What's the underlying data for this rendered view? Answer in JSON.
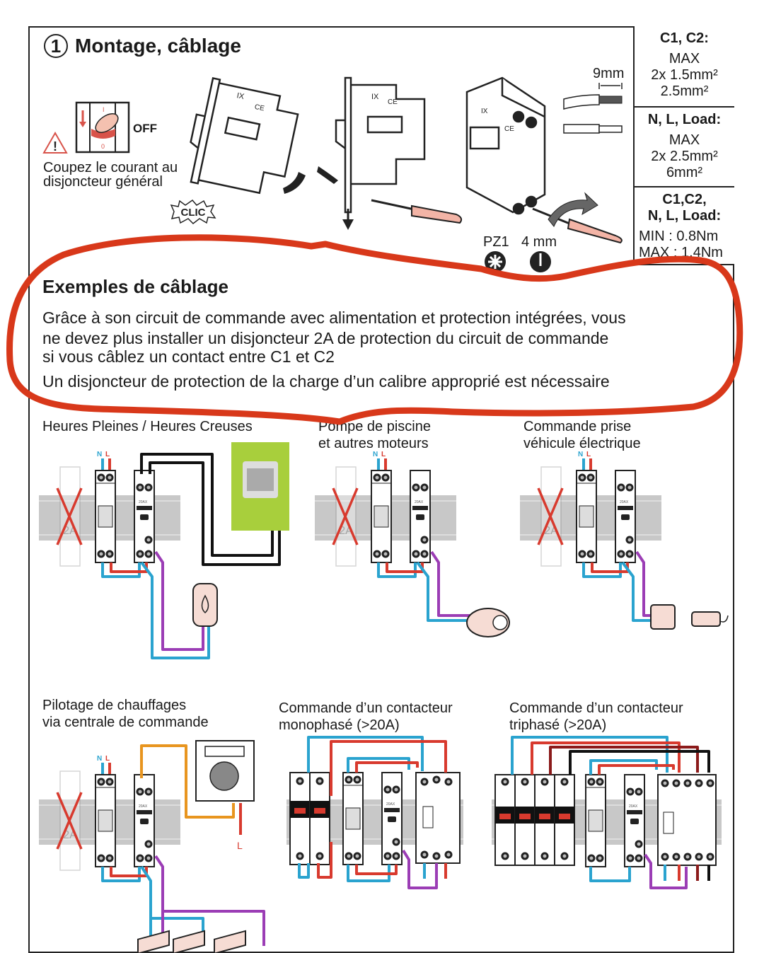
{
  "header": {
    "step_number": "1",
    "title": "Montage, câblage"
  },
  "safety": {
    "switch_state": "OFF",
    "switch_on_mark": "I",
    "switch_off_mark": "0",
    "instruction": [
      "Coupez le courant au",
      "disjoncteur général"
    ],
    "clic_label": "CLIC"
  },
  "stripping": {
    "length": "9mm"
  },
  "tools": {
    "pozidriv": "PZ1",
    "flat": "4 mm"
  },
  "spec_table": [
    {
      "head": "C1, C2:",
      "lines": [
        "MAX",
        "2x 1.5mm²",
        "2.5mm²"
      ]
    },
    {
      "head": "N, L, Load:",
      "lines": [
        "MAX",
        "2x 2.5mm²",
        "6mm²"
      ]
    },
    {
      "head": [
        "C1,C2,",
        "N, L, Load:"
      ],
      "lines": [
        "MIN : 0.8Nm",
        "MAX : 1.4Nm"
      ]
    }
  ],
  "examples": {
    "heading": "Exemples de câblage",
    "paragraph_1": [
      "Grâce à son circuit de commande avec alimentation et protection intégrées, vous",
      "ne devez plus installer un disjoncteur 2A de protection du circuit de commande",
      "si vous câblez un contact entre C1 et C2"
    ],
    "paragraph_2": "Un disjoncteur de protection de la charge d’un calibre approprié est nécessaire",
    "diagrams": [
      {
        "label": [
          "Heures Pleines / Heures Creuses"
        ],
        "load": "water-heater"
      },
      {
        "label": [
          "Pompe de piscine",
          "et autres moteurs"
        ],
        "load": "motor"
      },
      {
        "label": [
          "Commande prise",
          "véhicule électrique"
        ],
        "load": "ev-socket"
      },
      {
        "label": [
          "Pilotage de chauffages",
          "via centrale de commande"
        ],
        "load": "radiators"
      },
      {
        "label": [
          "Commande d’un contacteur",
          "monophasé (>20A)"
        ],
        "load": "contactor-1p"
      },
      {
        "label": [
          "Commande d’un contacteur",
          "triphasé (>20A)"
        ],
        "load": "contactor-3p"
      }
    ],
    "neutral_label": "N",
    "line_label": "L",
    "removed_breaker_rating": "2A",
    "device_rating": "20AX"
  },
  "colors": {
    "annotation_red": "#d8381a",
    "neutral_blue": "#2aa3cf",
    "line_red": "#d83a2e",
    "load_purple": "#9b3db5",
    "pilot_orange": "#e8951f",
    "meter_green": "#a8cf3c",
    "rail_gray": "#c8c8c8"
  }
}
